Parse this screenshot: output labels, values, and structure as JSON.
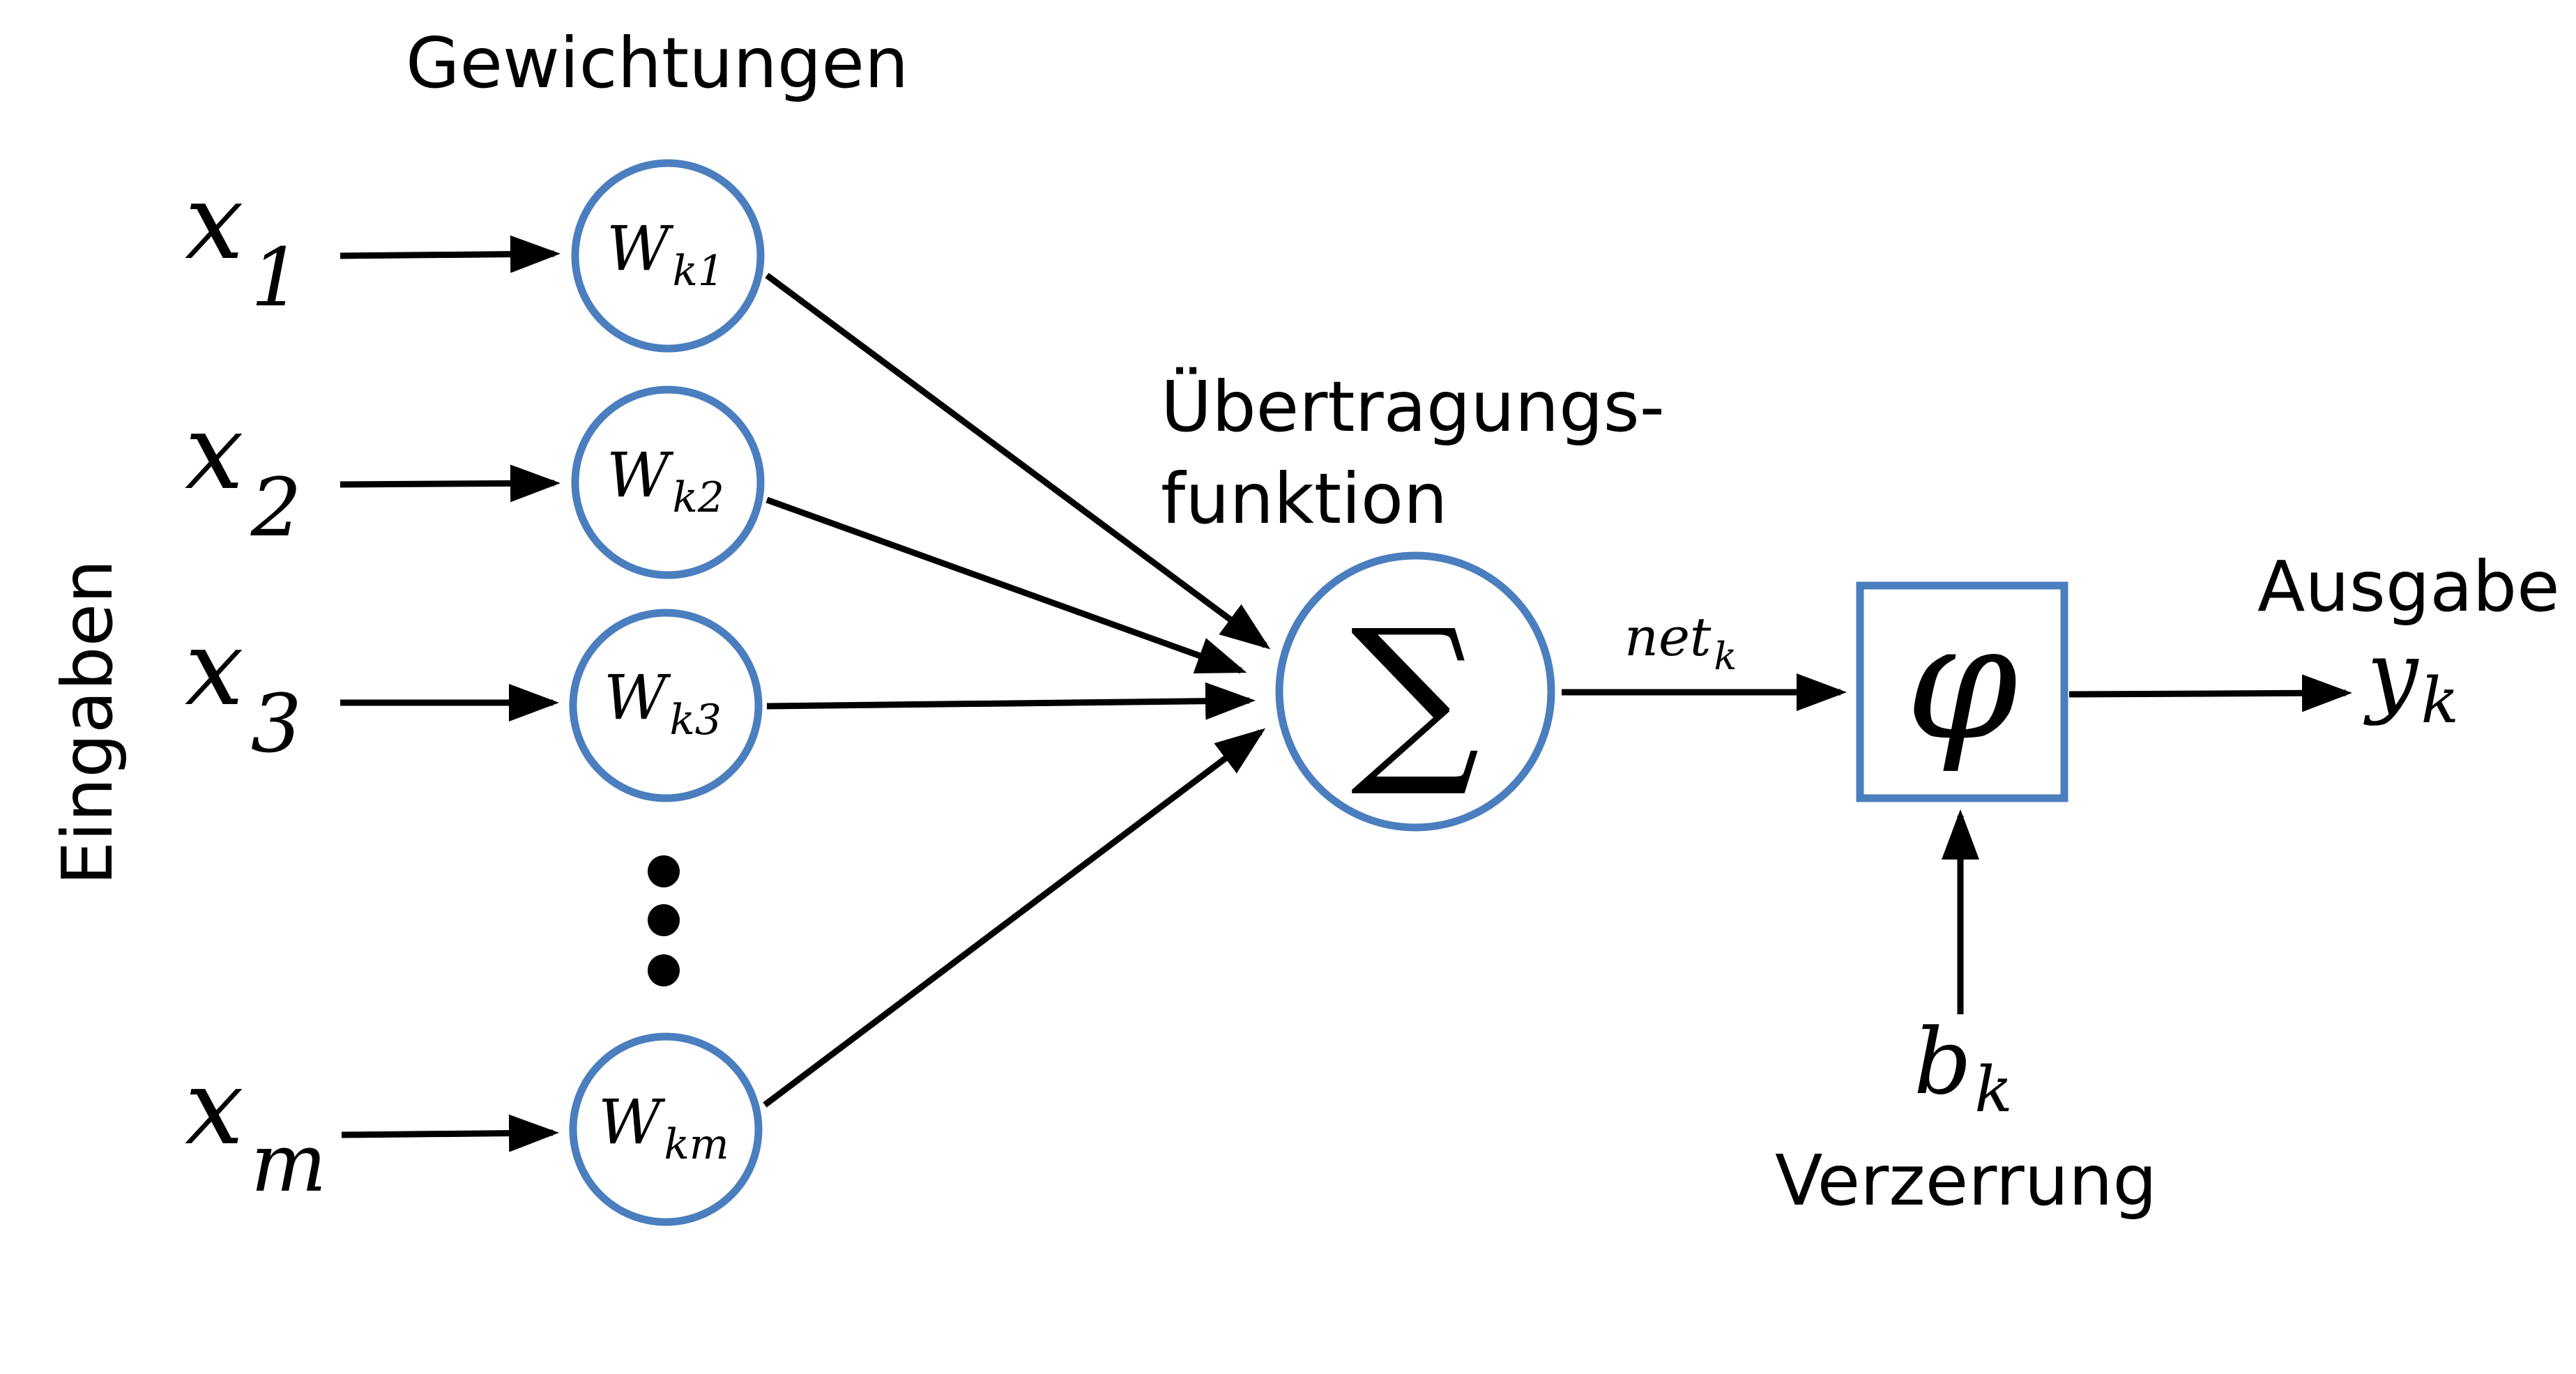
{
  "colors": {
    "node_stroke": "#4a7ebf",
    "line": "#000000"
  },
  "labels": {
    "weights_title": "Gewichtungen",
    "inputs_title": "Eingaben",
    "transfer_line1": "Übertragungs-",
    "transfer_line2": "funktion",
    "output_title": "Ausgabe",
    "bias_title": "Verzerrung"
  },
  "inputs": [
    {
      "base": "x",
      "sub": "1"
    },
    {
      "base": "x",
      "sub": "2"
    },
    {
      "base": "x",
      "sub": "3"
    },
    {
      "base": "x",
      "sub": "m"
    }
  ],
  "weights": [
    {
      "base": "W",
      "sub": "k1"
    },
    {
      "base": "W",
      "sub": "k2"
    },
    {
      "base": "W",
      "sub": "k3"
    },
    {
      "base": "W",
      "sub": "km"
    }
  ],
  "ellipsis": "⋮",
  "sum_symbol": "∑",
  "net": {
    "base": "net",
    "sub": "k"
  },
  "activation_symbol": "φ",
  "output": {
    "base": "y",
    "sub": "k"
  },
  "bias": {
    "base": "b",
    "sub": "k"
  }
}
